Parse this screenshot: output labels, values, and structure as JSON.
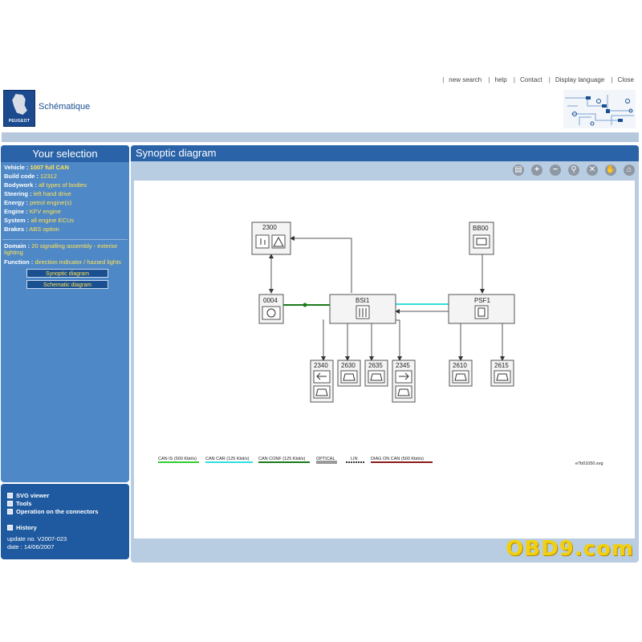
{
  "top_links": [
    "new search",
    "help",
    "Contact",
    "Display language",
    "Close"
  ],
  "header": {
    "brand": "PEUGEOT",
    "title": "Schématique"
  },
  "selection": {
    "title": "Your selection",
    "rows": [
      {
        "label": "Vehicle :",
        "value": "1007 full CAN"
      },
      {
        "label": "Build code :",
        "value": "12312"
      },
      {
        "label": "Bodywork :",
        "value": "all types of bodies"
      },
      {
        "label": "Steering :",
        "value": "left hand drive"
      },
      {
        "label": "Energy :",
        "value": "petrol engine(s)"
      },
      {
        "label": "Engine :",
        "value": "KFV engine"
      },
      {
        "label": "System :",
        "value": "all engine ECUs"
      },
      {
        "label": "Brakes :",
        "value": "ABS option"
      }
    ],
    "domain_label": "Domain :",
    "domain_value": "20 signalling assembly - exterior lighting",
    "function_label": "Function :",
    "function_value": "direction indicator / hazard lights",
    "btn_synoptic": "Synoptic diagram",
    "btn_schematic": "Schematic diagram"
  },
  "menu": {
    "items": [
      "SVG viewer",
      "Tools",
      "Operation on the connectors",
      "History"
    ],
    "update": "update no. V2007-023",
    "date": "date : 14/06/2007"
  },
  "main": {
    "title": "Synoptic diagram",
    "file_name": "e7b01050.svg",
    "watermark": "OBD9.com"
  },
  "diagram": {
    "nodes": {
      "n2300": "2300",
      "n0004": "0004",
      "bsi": "BSI1",
      "bb00": "BB00",
      "psf": "PSF1",
      "n2340": "2340",
      "n2630": "2630",
      "n2635": "2635",
      "n2345": "2345",
      "n2610": "2610",
      "n2615": "2615"
    },
    "legend": [
      {
        "label": "CAN IS (500 Kbit/s)",
        "color": "#33cc33"
      },
      {
        "label": "CAN CAR (125 Kbit/s)",
        "color": "#33dddd"
      },
      {
        "label": "CAN CONF (125 Kbit/s)",
        "color": "#1a7a1a"
      },
      {
        "label": "OPTICAL",
        "color": "#333333"
      },
      {
        "label": "LIN",
        "color": "#333333"
      },
      {
        "label": "DIAG ON CAN  (500 Kbit/s)",
        "color": "#8a1a1a"
      }
    ]
  }
}
